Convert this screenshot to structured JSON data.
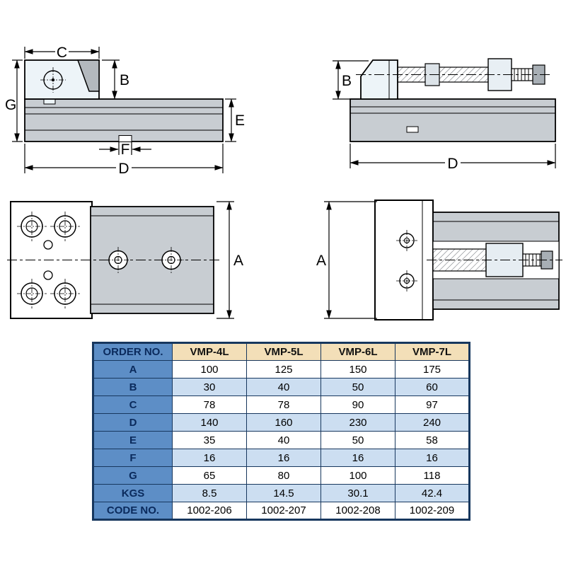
{
  "drawings": {
    "front": {
      "dim_c": "C",
      "dim_b": "B",
      "dim_g": "G",
      "dim_e": "E",
      "dim_f": "F",
      "dim_d": "D"
    },
    "side": {
      "dim_b": "B",
      "dim_d": "D"
    },
    "top_left": {
      "dim_a": "A"
    },
    "top_right": {
      "dim_a": "A"
    }
  },
  "table": {
    "header": [
      "ORDER NO.",
      "VMP-4L",
      "VMP-5L",
      "VMP-6L",
      "VMP-7L"
    ],
    "rows": [
      {
        "label": "A",
        "values": [
          "100",
          "125",
          "150",
          "175"
        ]
      },
      {
        "label": "B",
        "values": [
          "30",
          "40",
          "50",
          "60"
        ]
      },
      {
        "label": "C",
        "values": [
          "78",
          "78",
          "90",
          "97"
        ]
      },
      {
        "label": "D",
        "values": [
          "140",
          "160",
          "230",
          "240"
        ]
      },
      {
        "label": "E",
        "values": [
          "35",
          "40",
          "50",
          "58"
        ]
      },
      {
        "label": "F",
        "values": [
          "16",
          "16",
          "16",
          "16"
        ]
      },
      {
        "label": "G",
        "values": [
          "65",
          "80",
          "100",
          "118"
        ]
      },
      {
        "label": "KGS",
        "values": [
          "8.5",
          "14.5",
          "30.1",
          "42.4"
        ]
      },
      {
        "label": "CODE NO.",
        "values": [
          "1002-206",
          "1002-207",
          "1002-208",
          "1002-209"
        ]
      }
    ]
  },
  "colors": {
    "table_border": "#17375E",
    "header_bg": "#F3DFB8",
    "label_bg": "#5D8EC6",
    "label_text": "#0A2A5C",
    "row_alt_bg": "#CCDEF1",
    "metal_gray": "#C8CDD2",
    "jaw_light": "#EDF4F8"
  }
}
